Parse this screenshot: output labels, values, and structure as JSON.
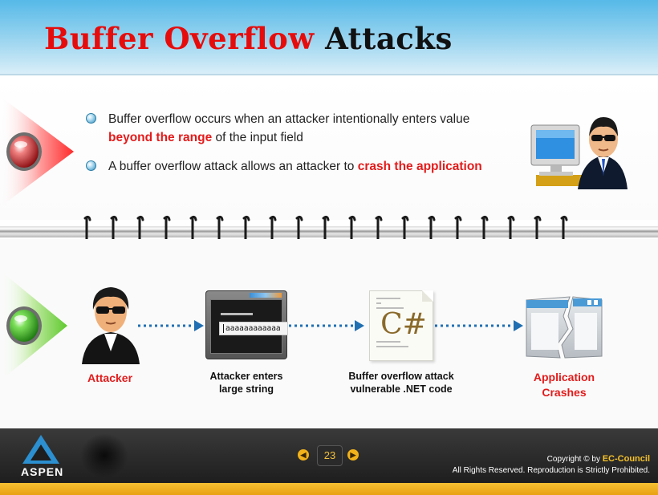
{
  "slide": {
    "title_red": "Buffer Overflow",
    "title_black": "Attacks",
    "bullets": [
      {
        "parts": [
          {
            "text": "Buffer overflow occurs when an attacker intentionally  enters value ",
            "em": false
          },
          {
            "text": "beyond the range",
            "em": true
          },
          {
            "text": " of the input field",
            "em": false
          }
        ]
      },
      {
        "parts": [
          {
            "text": "A buffer overflow attack allows an attacker to ",
            "em": false
          },
          {
            "text": "crash the application",
            "em": true
          }
        ]
      }
    ],
    "input_value": "aaaaaaaaaaaa",
    "code_glyph": "C#",
    "flow_labels": {
      "attacker": "Attacker",
      "enters_line1": "Attacker enters",
      "enters_line2": "large string",
      "vuln_line1": "Buffer overflow attack",
      "vuln_line2": "vulnerable .NET code",
      "crash_line1": "Application",
      "crash_line2": "Crashes"
    }
  },
  "footer": {
    "logo_text": "ASPEN",
    "page_number": "23",
    "prev_icon": "chevron-left-icon",
    "next_icon": "chevron-right-icon",
    "copyright_prefix": "Copyright © by ",
    "copyright_brand": "EC-Council",
    "rights": "All Rights Reserved. Reproduction is Strictly Prohibited."
  },
  "colors": {
    "accent_red": "#e31b1b",
    "header_blue": "#56b9e8",
    "footer_dark": "#2a2a2a",
    "footer_gold": "#f2b21a",
    "arrow_blue": "#1f6fb2"
  }
}
